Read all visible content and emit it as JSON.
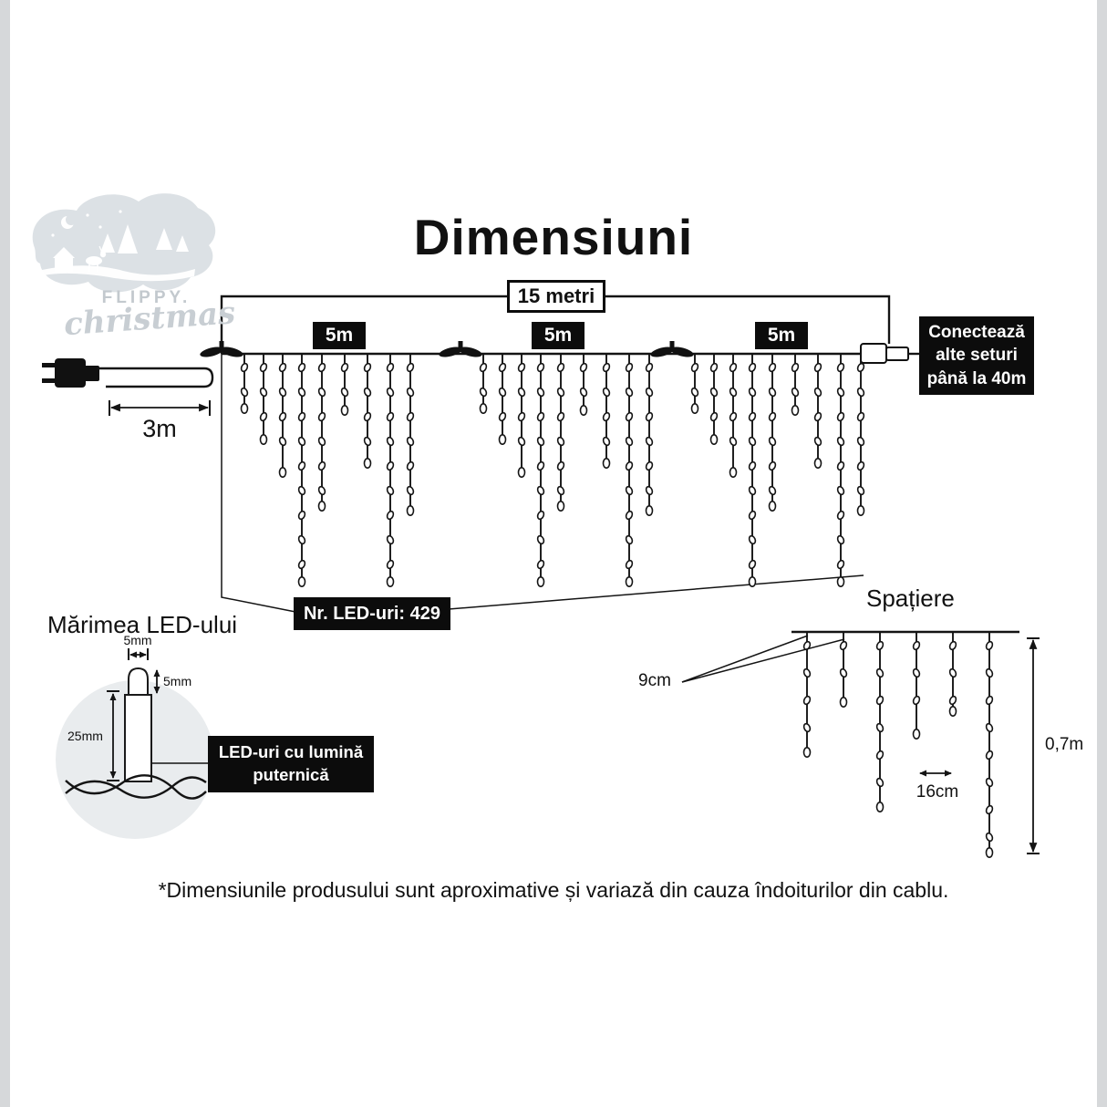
{
  "page": {
    "title": "Dimensiuni",
    "footer": "*Dimensiunile produsului sunt aproximative și variază din cauza îndoiturilor din cablu."
  },
  "logo": {
    "brand": "FLIPPY.",
    "script": "christmas"
  },
  "dimensions": {
    "total_length": "15 metri",
    "segments": [
      "5m",
      "5m",
      "5m"
    ],
    "lead_length": "3m",
    "connect_note": "Conectează alte seturi până la 40m",
    "led_count": "Nr. LED-uri: 429"
  },
  "spacing": {
    "heading": "Spațiere",
    "led_gap": "9cm",
    "drop_gap": "16cm",
    "drop_height": "0,7m"
  },
  "led_size": {
    "heading": "Mărimea LED-ului",
    "width": "5mm",
    "height": "5mm",
    "length": "25mm",
    "note": "LED-uri cu lumină puternică"
  }
}
